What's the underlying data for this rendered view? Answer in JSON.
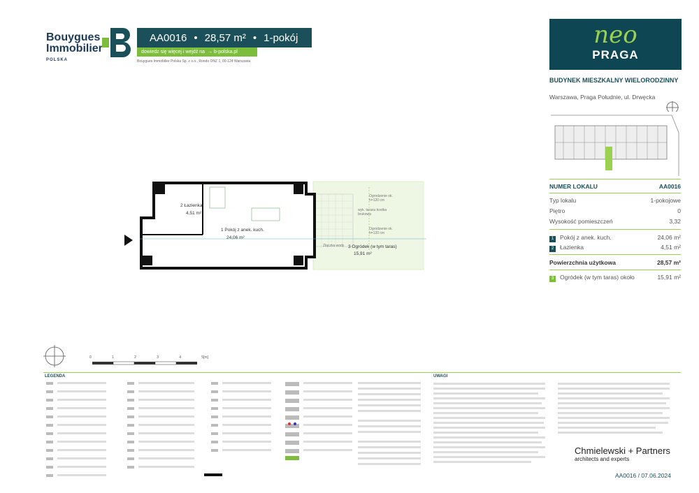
{
  "brand": {
    "line1": "Bouygues",
    "line2": "Immobilier",
    "line3": "POLSKA"
  },
  "header": {
    "code": "AA0016",
    "bullet": "•",
    "area": "28,57 m²",
    "rooms": "1-pokój"
  },
  "promo": {
    "text": "dowiedz się więcej i wejdź na",
    "link": "→ b-polska.pl"
  },
  "address_small": "Bouygues Immobilier Polska Sp. z o.o., Rondo ONZ 1, 00-124 Warszawa",
  "project": {
    "script": "neo",
    "name": "PRAGA",
    "subtitle": "BUDYNEK MIESZKALNY WIELORODZINNY",
    "location": "Warszawa, Praga Południe, ul. Drwęcka"
  },
  "unit": {
    "label": "NUMER LOKALU",
    "code": "AA0016",
    "type_label": "Typ lokalu",
    "type": "1-pokojowe",
    "floor_label": "Piętro",
    "floor": "0",
    "height_label": "Wysokość pomieszczeń",
    "height": "3,32",
    "rooms": [
      {
        "no": "1",
        "name": "Pokój z anek. kuch.",
        "area": "24,06 m²"
      },
      {
        "no": "2",
        "name": "Łazienka",
        "area": "4,51 m²"
      }
    ],
    "usable_label": "Powierzchnia użytkowa",
    "usable": "28,57 m²",
    "garden": {
      "no": "3",
      "name": "Ogródek (w tym taras) około",
      "area": "15,91 m²"
    }
  },
  "plan": {
    "room2_title": "2  Łazienka",
    "room2_area": "4,51 m²",
    "room1_title": "1  Pokój z anek. kuch.",
    "room1_area": "24,06 m²",
    "room3_title": "3  Ogródek (w tym taras)",
    "room3_area": "15,91 m²",
    "fence1": "Ogrodzenie ok. h=120 cm",
    "terrace": "wyk. tarasu kostka brukowa",
    "fence2": "Ogrodzenie ok. h=120 cm",
    "meter": "Złączka wody"
  },
  "scale": {
    "ticks": [
      "0",
      "1",
      "2",
      "3",
      "4",
      "5[m]"
    ]
  },
  "legend": {
    "title": "LEGENDA"
  },
  "notes": {
    "title": "UWAGI"
  },
  "architect": {
    "name": "Chmielewski + Partners",
    "tagline": "architects and experts"
  },
  "footer_code": "AA0016 / 07.06.2024",
  "colors": {
    "teal": "#1b4f59",
    "green": "#7dbd3c",
    "lime": "#9bd14f"
  }
}
